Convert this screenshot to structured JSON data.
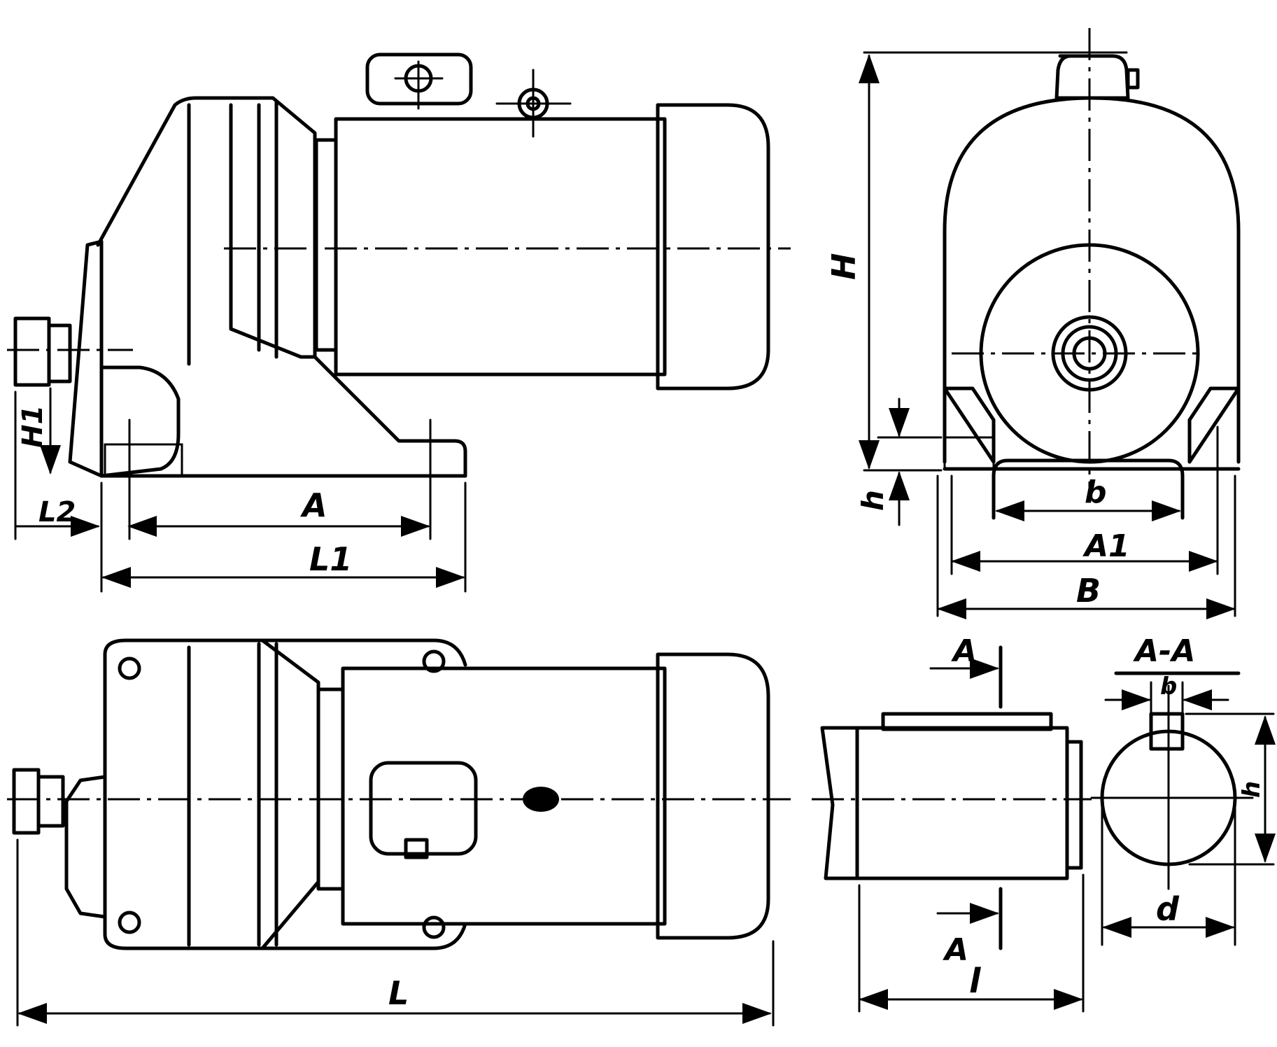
{
  "labels": {
    "A": "A",
    "A1": "A1",
    "B": "B",
    "b": "b",
    "H": "H",
    "H1": "H1",
    "h": "h",
    "L1": "L1",
    "L2": "L2",
    "L": "L",
    "l": "l",
    "d": "d",
    "section": "A-A",
    "cut_mark": "A",
    "key_width": "b",
    "key_height": "h"
  },
  "colors": {
    "ink": "#000000",
    "paper": "#ffffff"
  }
}
